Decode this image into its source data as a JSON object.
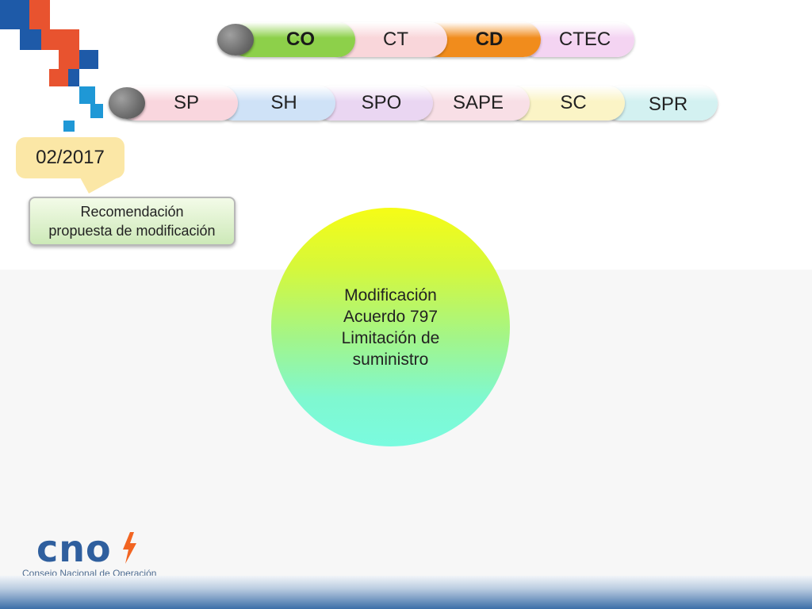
{
  "row1": {
    "items": [
      {
        "label": "CO",
        "bold": true,
        "color": "#8dd04a"
      },
      {
        "label": "CT",
        "bold": false,
        "color": "#f9d6da"
      },
      {
        "label": "CD",
        "bold": true,
        "color": "#f18c1c"
      },
      {
        "label": "CTEC",
        "bold": false,
        "color": "#f4d4f2"
      }
    ]
  },
  "row2": {
    "items": [
      {
        "label": "SP",
        "color": "#f9d6de"
      },
      {
        "label": "SH",
        "color": "#cfe2f7"
      },
      {
        "label": "SPO",
        "color": "#ead6f2"
      },
      {
        "label": "SAPE",
        "color": "#f8dfe6"
      },
      {
        "label": "SC",
        "color": "#fbf4c6"
      },
      {
        "label": "SPR",
        "color": "#d3f1f1"
      }
    ]
  },
  "date_label": "02/2017",
  "recommendation": "Recomendación\npropuesta de modificación",
  "circle_text": "Modificación\nAcuerdo 797\nLimitación de\nsuministro",
  "logo": {
    "word": "cno",
    "subtitle": "Consejo Nacional de Operación",
    "bolt_color": "#f26522",
    "brand_color": "#2f5f9e"
  },
  "colors": {
    "square_red": "#e8532f",
    "square_blue": "#1e5aa8",
    "square_light_blue": "#1f98d6"
  }
}
